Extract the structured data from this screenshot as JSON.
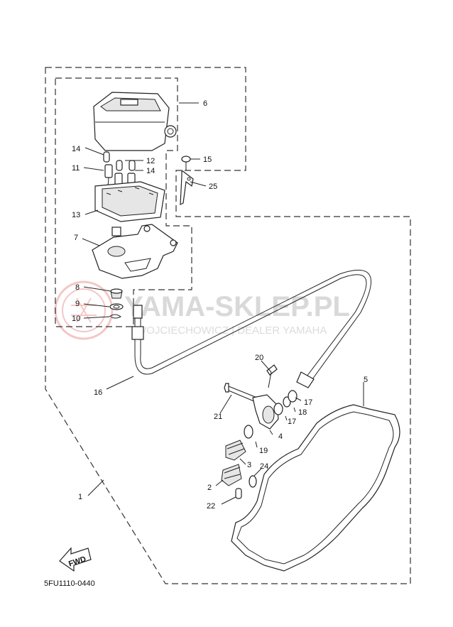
{
  "watermark": {
    "title": "YAMA-SKLEP.PL",
    "subtitle": "WOJCIECHOWICZ | DEALER YAMAHA"
  },
  "diagram_code": "5FU1110-0440",
  "fwd_label": "FWD",
  "parts": [
    {
      "id": "p1",
      "label": "1"
    },
    {
      "id": "p2",
      "label": "2"
    },
    {
      "id": "p3",
      "label": "3"
    },
    {
      "id": "p4",
      "label": "4"
    },
    {
      "id": "p5",
      "label": "5"
    },
    {
      "id": "p6",
      "label": "6"
    },
    {
      "id": "p7",
      "label": "7"
    },
    {
      "id": "p8",
      "label": "8"
    },
    {
      "id": "p9",
      "label": "9"
    },
    {
      "id": "p10",
      "label": "10"
    },
    {
      "id": "p11",
      "label": "11"
    },
    {
      "id": "p12",
      "label": "12"
    },
    {
      "id": "p13",
      "label": "13"
    },
    {
      "id": "p14a",
      "label": "14"
    },
    {
      "id": "p14b",
      "label": "14"
    },
    {
      "id": "p15",
      "label": "15"
    },
    {
      "id": "p16",
      "label": "16"
    },
    {
      "id": "p17",
      "label": "17"
    },
    {
      "id": "p18",
      "label": "18"
    },
    {
      "id": "p19",
      "label": "19"
    },
    {
      "id": "p20",
      "label": "20"
    },
    {
      "id": "p21",
      "label": "21"
    },
    {
      "id": "p22",
      "label": "22"
    },
    {
      "id": "p23",
      "label": "23"
    },
    {
      "id": "p24",
      "label": "24"
    },
    {
      "id": "p25",
      "label": "25"
    }
  ]
}
